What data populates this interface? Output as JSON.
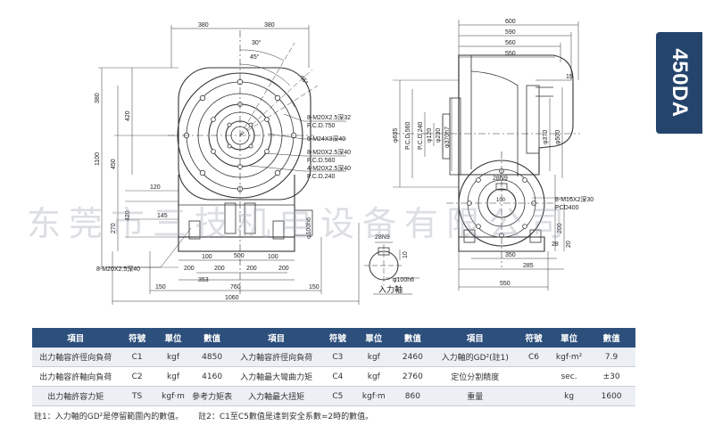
{
  "model": "450DA",
  "watermark": "东莞市三技机电设备有限公司",
  "drawing": {
    "front": {
      "top_dims": [
        "380",
        "380"
      ],
      "angles": [
        "30°",
        "45°",
        "45°"
      ],
      "left_dims": [
        "380",
        "420",
        "1100",
        "450",
        "120",
        "145",
        "270",
        "420"
      ],
      "callouts": [
        "8-M20X2.5深32",
        "P.C.D.750",
        "6-M24X3深40",
        "8-M20X2.5深40",
        "P.C.D.560",
        "4-M20X2.5深40",
        "P.C.D.240",
        "8-M20X2.5深40"
      ],
      "base_dims": [
        "200",
        "100",
        "200",
        "200",
        "100",
        "200",
        "500",
        "353",
        "150",
        "760",
        "150",
        "1060",
        "φ100h6"
      ]
    },
    "shaft": {
      "labels": [
        "28N9",
        "10",
        "φ100h6"
      ],
      "caption": "入力軸"
    },
    "side": {
      "top_dims": [
        "600",
        "590",
        "560",
        "550",
        "15"
      ],
      "dia_dims": [
        "φ635",
        "P.C.D.560",
        "P.C.D.240",
        "φ120",
        "φ230",
        "φ370h7",
        "φ370",
        "φ500"
      ],
      "other_dims": [
        "28N9",
        "100",
        "8-M16X2深30",
        "PCD400",
        "200",
        "350",
        "285",
        "20",
        "550",
        "28"
      ]
    }
  },
  "table": {
    "headers": [
      "項目",
      "符號",
      "單位",
      "數值",
      "項目",
      "符號",
      "單位",
      "數值",
      "項目",
      "符號",
      "單位",
      "數值"
    ],
    "rows": [
      [
        "出力軸容許徑向負荷",
        "C1",
        "kgf",
        "4850",
        "入力軸容許徑向負荷",
        "C3",
        "kgf",
        "2460",
        "入力軸的GD²(註1)",
        "C6",
        "kgf·m²",
        "7.9"
      ],
      [
        "出力軸容許軸向負荷",
        "C2",
        "kgf",
        "4160",
        "入力軸最大彎曲力矩",
        "C4",
        "kgf",
        "2760",
        "定位分割精度",
        "",
        "sec.",
        "±30"
      ],
      [
        "出力軸許容力矩",
        "TS",
        "kgf·m",
        "參考力矩表",
        "入力軸最大扭矩",
        "C5",
        "kgf·m",
        "860",
        "重量",
        "",
        "kg",
        "1600"
      ]
    ]
  },
  "notes": [
    "註1：入力軸的GD²是停留範圍內的數值。",
    "註2：C1至C5數值是達到安全系數=2時的數值。"
  ]
}
